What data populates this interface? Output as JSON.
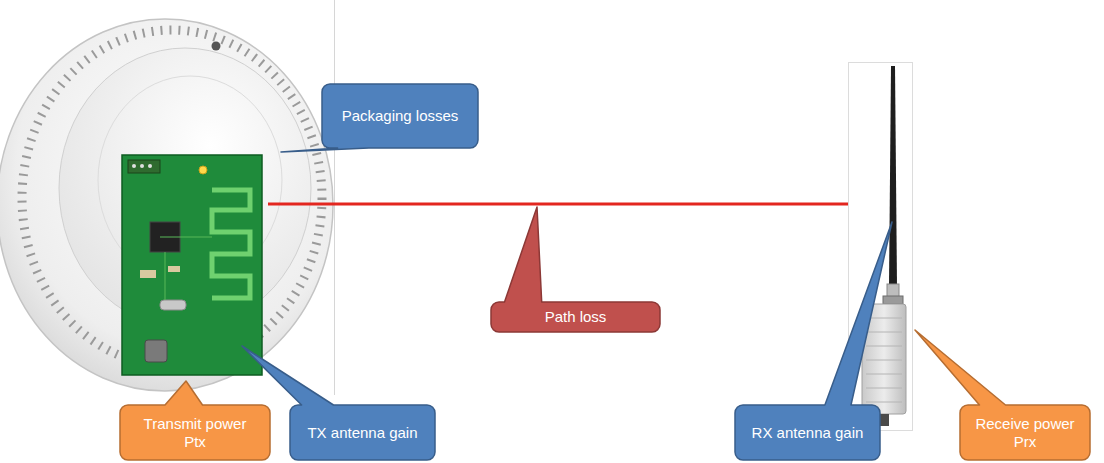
{
  "diagram": {
    "nodes": [
      {
        "text": [
          "Packaging losses"
        ]
      },
      {
        "text": [
          "Path loss"
        ]
      },
      {
        "text": [
          "Transmit power Ptx"
        ]
      },
      {
        "text": [
          "TX antenna gain"
        ]
      },
      {
        "text": [
          "RX antenna gain"
        ]
      },
      {
        "text": [
          "Receive power Prx"
        ]
      }
    ]
  }
}
